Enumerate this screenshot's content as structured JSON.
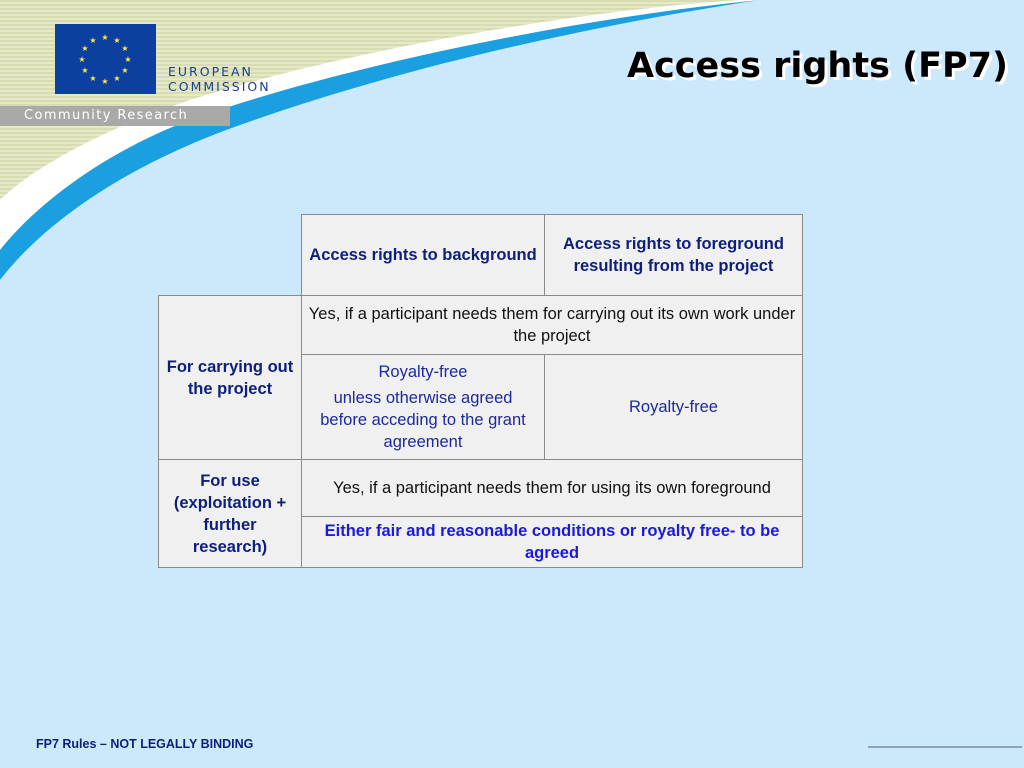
{
  "header": {
    "title": "Access rights (FP7)",
    "logo": {
      "org_line1": "EUROPEAN",
      "org_line2": "COMMISSION",
      "icon": "eu-flag-icon"
    },
    "banner": "Community Research"
  },
  "table": {
    "column_headers": [
      "Access rights to background",
      "Access rights to foreground resulting from the project"
    ],
    "rows": [
      {
        "label": "For carrying out the project",
        "shared_cell": "Yes, if a participant needs them for carrying out its own work under the project",
        "background_cell": [
          "Royalty-free",
          "unless otherwise agreed before acceding to the grant agreement"
        ],
        "foreground_cell": "Royalty-free"
      },
      {
        "label": "For use (exploitation + further research)",
        "shared_cell": "Yes, if a participant needs them for using its own foreground",
        "shared_cell_2": "Either fair and reasonable conditions or royalty free- to be agreed"
      }
    ]
  },
  "footer": {
    "text": "FP7 Rules – NOT LEGALLY BINDING"
  },
  "colors": {
    "background": "#cce9fb",
    "swoosh": "#1a9fe0",
    "header_text": "#0d1f7a",
    "highlight_text": "#1a1ad8"
  }
}
